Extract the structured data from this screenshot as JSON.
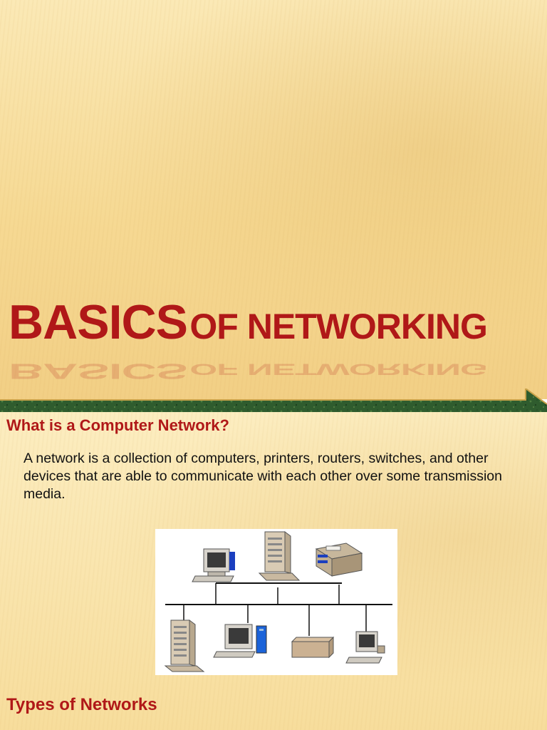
{
  "slide_title": {
    "part1": "BASICS",
    "part2": "OF NETWORKING"
  },
  "section": {
    "heading": "What is a Computer Network?",
    "paragraph": "A network is a collection of computers, printers, routers, switches, and other devices that are able to communicate with each other over some transmission media.",
    "next_heading": "Types of Networks"
  },
  "figure": {
    "top_devices": [
      "desktop-computer-icon",
      "tower-server-icon",
      "printer-icon"
    ],
    "bottom_devices": [
      "tower-server-icon",
      "desktop-computer-icon",
      "modem-icon",
      "desktop-computer-icon"
    ]
  },
  "colors": {
    "title_red": "#b01818",
    "band_green": "#2e5a2e",
    "background_gold": "#f6d993"
  }
}
